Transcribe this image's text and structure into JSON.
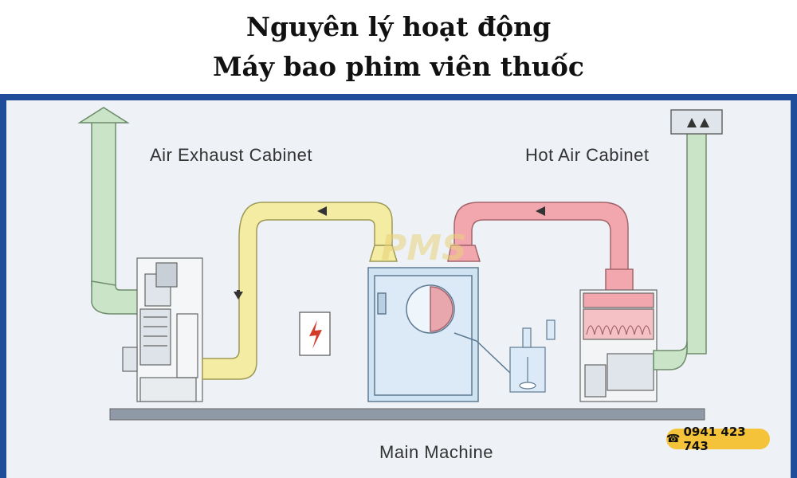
{
  "title": {
    "line1": "Nguyên lý hoạt động",
    "line2": "Máy bao phim viên thuốc"
  },
  "labels": {
    "air_exhaust": "Air Exhaust Cabinet",
    "hot_air": "Hot Air Cabinet",
    "main": "Main Machine",
    "watermark": "PMS"
  },
  "contact": {
    "phone": "0941 423 743",
    "icon": "phone-icon",
    "badge_color": "#f4c33a"
  },
  "colors": {
    "frame": "#1f4d9a",
    "exhaust_duct": "#c9e4c6",
    "return_duct": "#f4eca2",
    "hot_duct": "#f2a7ae",
    "machine": "#cfe3f2"
  }
}
